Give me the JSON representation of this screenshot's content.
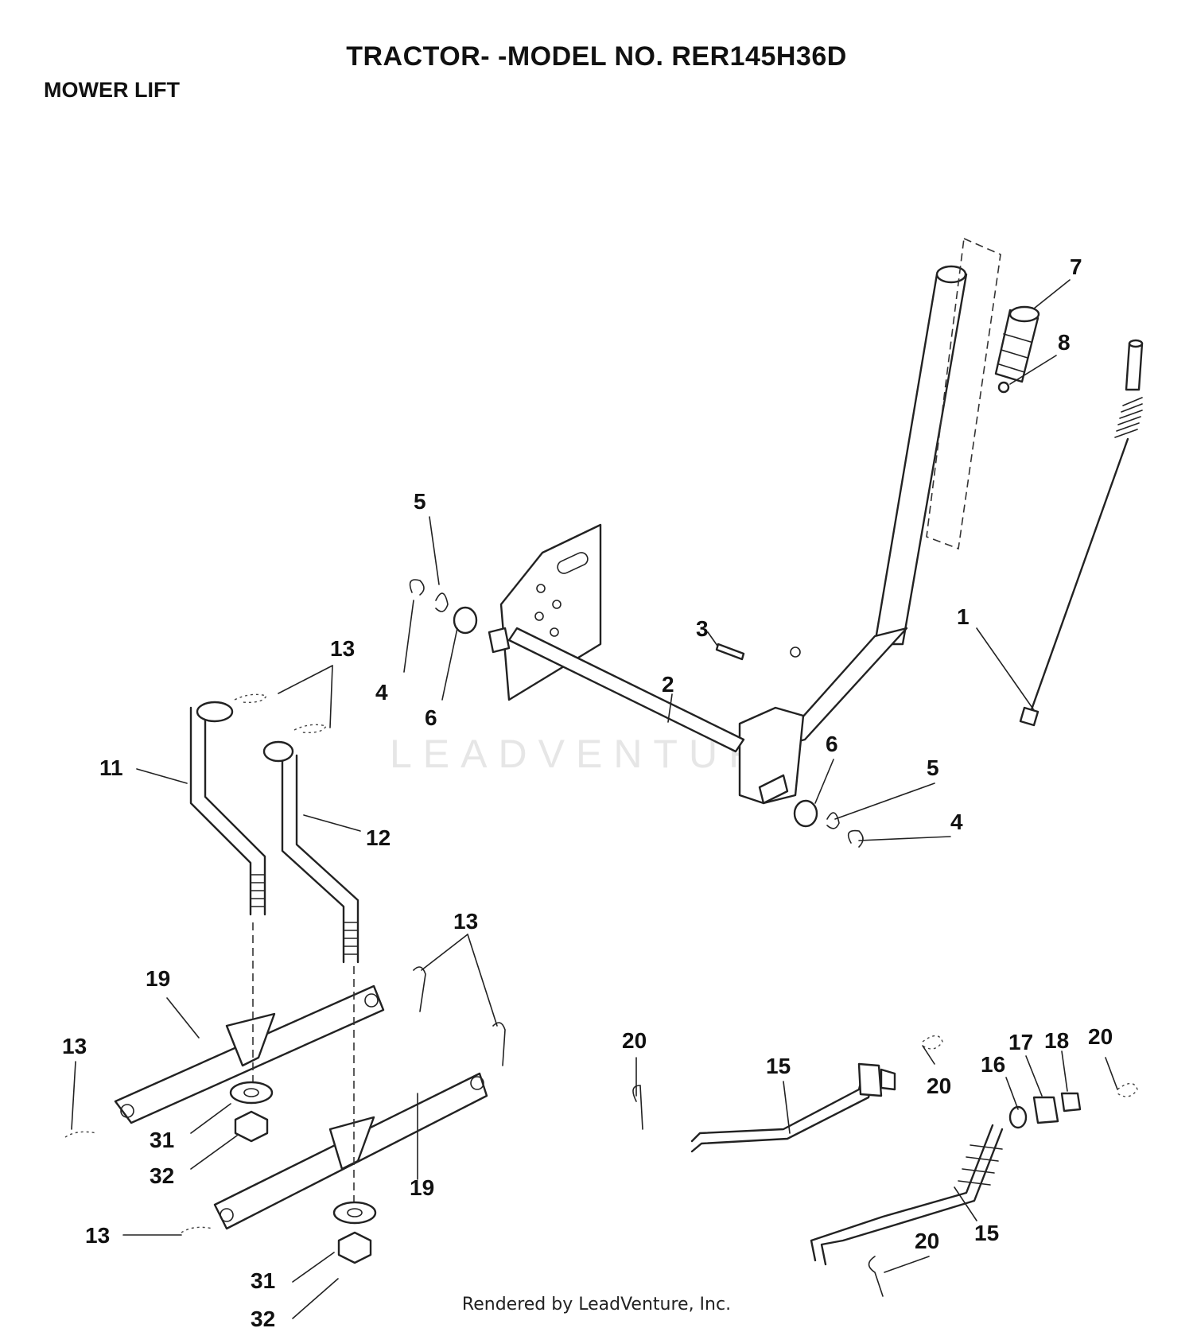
{
  "header": {
    "title": "TRACTOR- -MODEL NO. RER145H36D",
    "section": "MOWER LIFT"
  },
  "watermark": "LEADVENTURE",
  "footer": "Rendered by LeadVenture, Inc.",
  "callouts": [
    "7",
    "8",
    "5",
    "1",
    "3",
    "13",
    "4",
    "6",
    "2",
    "6",
    "5",
    "4",
    "11",
    "12",
    "13",
    "19",
    "13",
    "20",
    "15",
    "20",
    "16",
    "17",
    "18",
    "20",
    "31",
    "32",
    "19",
    "13",
    "20",
    "15",
    "31",
    "32"
  ]
}
